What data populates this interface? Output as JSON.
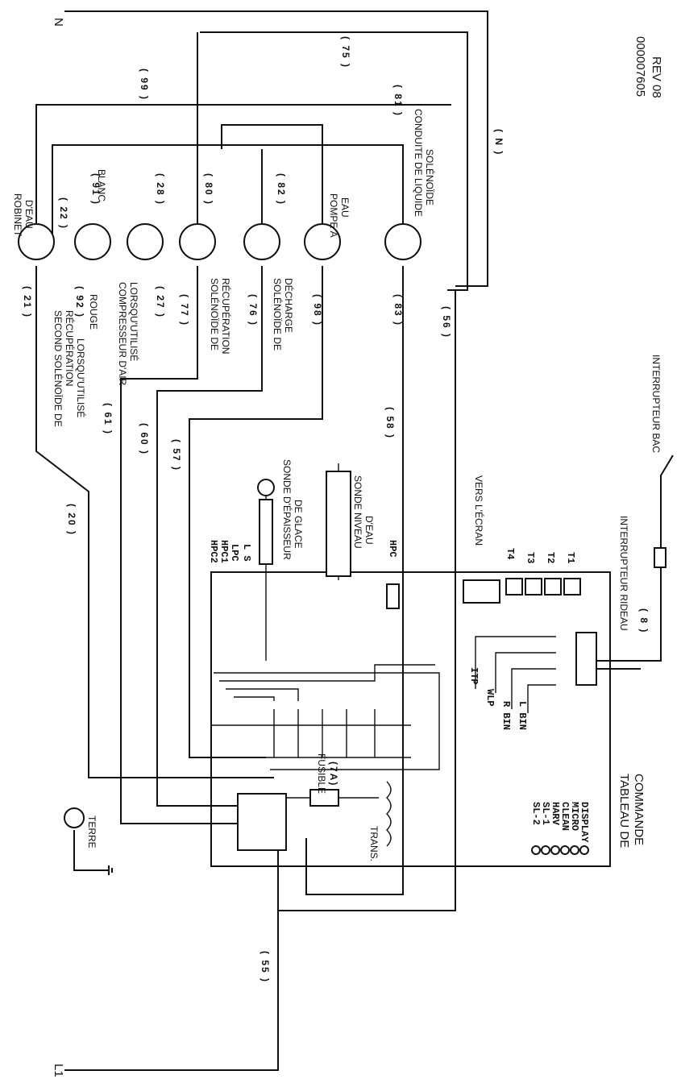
{
  "labels": {
    "neutral": "N",
    "line": "L1",
    "neutral_paren": "( N )",
    "doc_number": "000007605",
    "revision": "REV 08",
    "earth": "TERRE",
    "robinet": "ROBINET",
    "robinet2": "D'EAU",
    "blanc": "BLANC",
    "rouge": "ROUGE",
    "compresseur1": "COMPRESSEUR D'AIR",
    "compresseur2": "LORSQU'UTILISÉ",
    "solenoide_recup1": "SOLÉNOÏDE DE",
    "solenoide_recup2": "RÉCUPÉRATION",
    "solenoide_dech1": "SOLÉNOÏDE DE",
    "solenoide_dech2": "DÉCHARGE",
    "pompe1": "POMPE À",
    "pompe2": "EAU",
    "conduite1": "CONDUITE DE LIQUIDE",
    "conduite2": "SOLÉNOÏDE",
    "second1": "SECOND SOLÉNOÏDE DE",
    "second2": "RÉCUPÉRATION",
    "second3": "LORSQU'UTILISÉ",
    "sonde_glace1": "SONDE D'ÉPAISSEUR",
    "sonde_glace2": "DE GLACE",
    "sonde_niveau1": "SONDE NIVEAU",
    "sonde_niveau2": "D'EAU",
    "vers_ecran": "VERS L'ÉCRAN",
    "interrupteur_bac": "INTERRUPTEUR BAC",
    "interrupteur_rideau": "INTERRUPTEUR RIDEAU",
    "fusible": "FUSIBLE",
    "fusible_rating": "(7A)",
    "trans": "TRANS.",
    "tableau1": "TABLEAU DE",
    "tableau2": "COMMANDE",
    "hpc": "HPC"
  },
  "terminals": {
    "hpc2": "HPC2",
    "hpc1": "HPC1",
    "lpc": "LPC",
    "ls": "L S",
    "t4": "T4",
    "t3": "T3",
    "t2": "T2",
    "t1": "T1",
    "itp": "ITP",
    "wlp": "WLP",
    "rbin": "R BIN",
    "lbin": "L BIN"
  },
  "leds": [
    "SL-2",
    "SL-1",
    "HARV",
    "CLEAN",
    "MICRO",
    "DISPLAY"
  ],
  "wires": {
    "w99": "( 99 )",
    "w75": "( 75 )",
    "w81": "( 81 )",
    "w22": "( 22 )",
    "w91": "( 91 )",
    "w28": "( 28 )",
    "w80": "( 80 )",
    "w82": "( 82 )",
    "w21": "( 21 )",
    "w92": "( 92 )",
    "w27": "( 27 )",
    "w77": "( 77 )",
    "w76": "( 76 )",
    "w98": "( 98 )",
    "w83": "( 83 )",
    "w56": "( 56 )",
    "w61": "( 61 )",
    "w60": "( 60 )",
    "w57": "( 57 )",
    "w58": "( 58 )",
    "w20": "( 20 )",
    "w55": "( 55 )",
    "w8": "( 8 )"
  }
}
